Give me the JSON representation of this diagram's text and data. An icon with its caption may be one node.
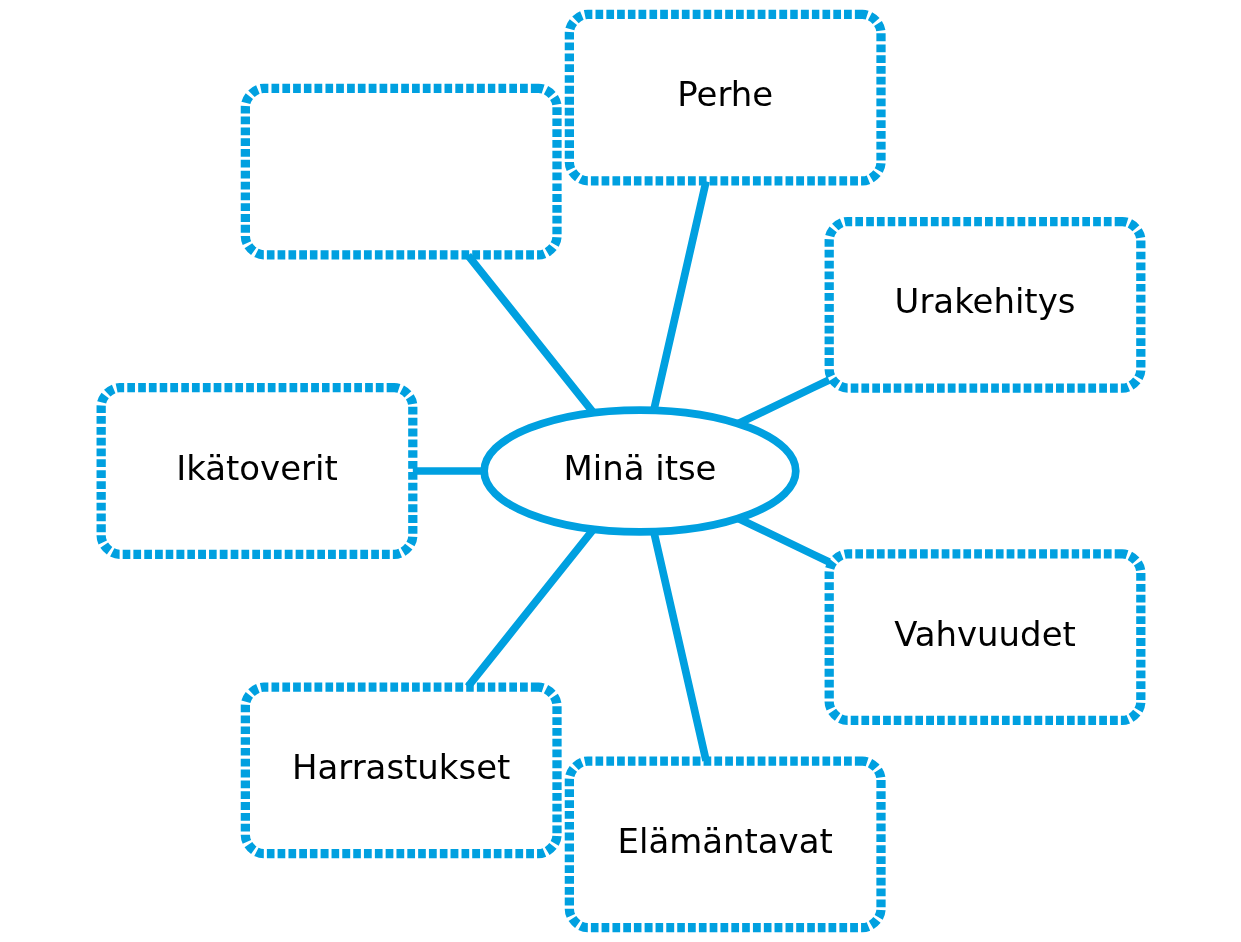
{
  "diagram": {
    "nodes": [
      {
        "text": [
          "Urakehitys"
        ]
      },
      {
        "text": [
          "Perhe"
        ]
      },
      {
        "text": [],
        "shape": "box"
      },
      {
        "text": [
          "Ikätoverit"
        ]
      },
      {
        "text": [
          "Minä itse"
        ]
      },
      {
        "text": [
          "Harrastukset"
        ]
      },
      {
        "text": [
          "Elämäntavat"
        ]
      },
      {
        "text": [
          "Vahvuudet"
        ]
      }
    ],
    "edges": [
      {
        "from": 4,
        "to": 0,
        "arrow": "none"
      },
      {
        "from": 4,
        "to": 1,
        "arrow": "none"
      },
      {
        "from": 4,
        "to": 2,
        "arrow": "none"
      },
      {
        "from": 4,
        "to": 3,
        "arrow": "none"
      },
      {
        "from": 4,
        "to": 5,
        "arrow": "none"
      },
      {
        "from": 4,
        "to": 6,
        "arrow": "none"
      },
      {
        "from": 4,
        "to": 7,
        "arrow": "none"
      }
    ]
  }
}
